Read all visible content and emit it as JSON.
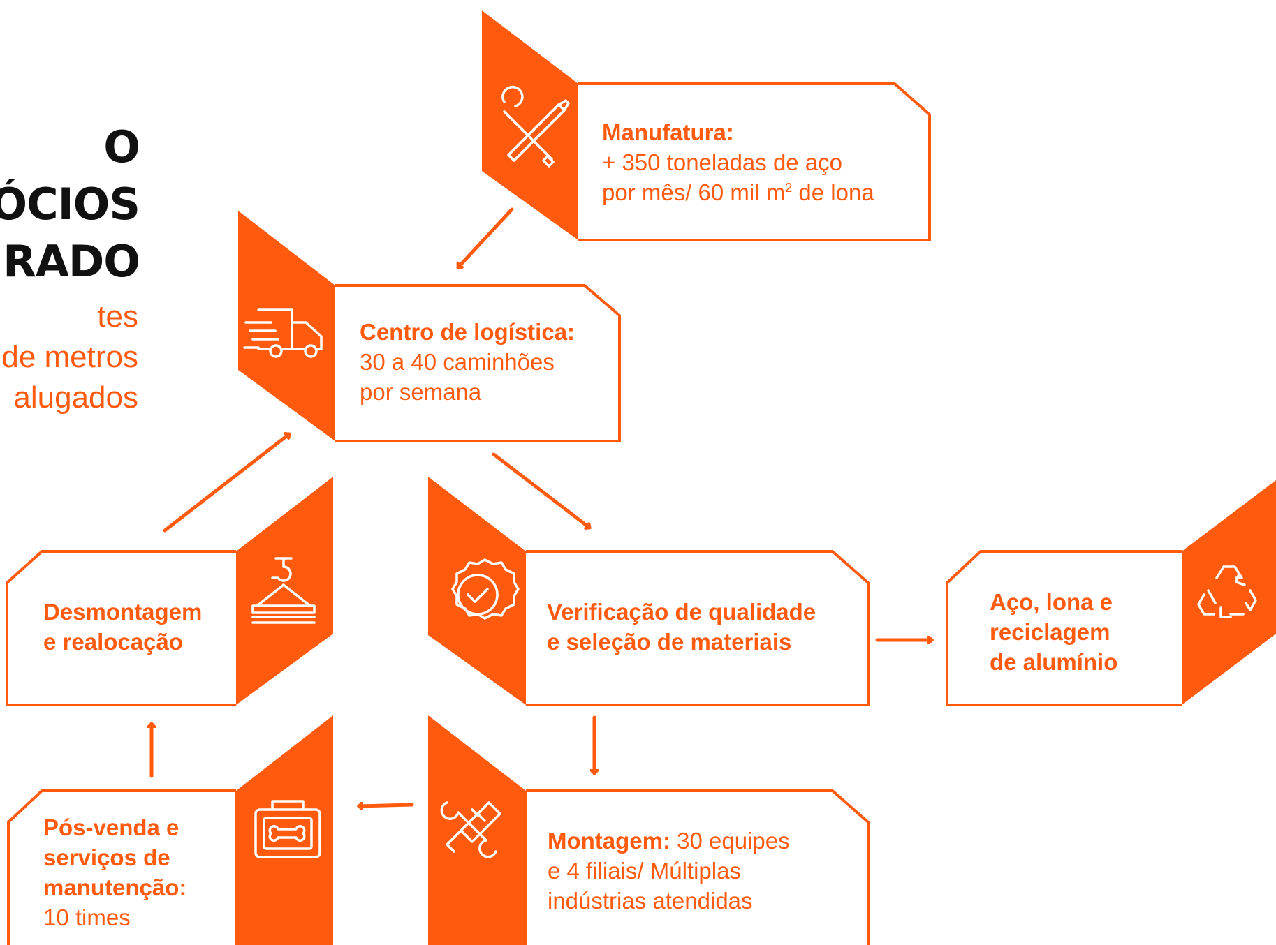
{
  "header": {
    "title_lines": [
      "O",
      "ÓCIOS",
      "RADO"
    ],
    "subtitle_lines": [
      "tes",
      "de metros",
      "alugados"
    ]
  },
  "nodes": {
    "manufatura": {
      "title": "Manufatura:",
      "line1": "+ 350 toneladas de aço",
      "line2_pre": "por mês/ 60 mil m",
      "line2_sup": "2",
      "line2_post": " de lona",
      "icon": "tools-icon"
    },
    "logistica": {
      "title": "Centro de logística:",
      "line1": "30 a 40 caminhões",
      "line2": "por semana",
      "icon": "truck-icon"
    },
    "verificacao": {
      "line1": "Verificação de qualidade",
      "line2": "e seleção de materiais",
      "icon": "quality-badge-icon"
    },
    "reciclagem": {
      "line1": "Aço, lona e",
      "line2": "reciclagem",
      "line3": "de alumínio",
      "icon": "recycle-icon"
    },
    "montagem": {
      "title": "Montagem:",
      "title_rest": " 30 equipes",
      "line2": "e 4 filiais/ Múltiplas",
      "line3": "indústrias atendidas",
      "icon": "assembly-icon"
    },
    "desmontagem": {
      "line1": "Desmontagem",
      "line2": "e realocação",
      "icon": "crane-hook-icon"
    },
    "posvenda": {
      "line1": "Pós-venda e",
      "line2": "serviços de",
      "line3": "manutenção:",
      "line4": "10 times",
      "icon": "toolbox-icon"
    }
  },
  "colors": {
    "accent": "#ff5a0e",
    "text_dark": "#111111",
    "background": "#ffffff"
  }
}
